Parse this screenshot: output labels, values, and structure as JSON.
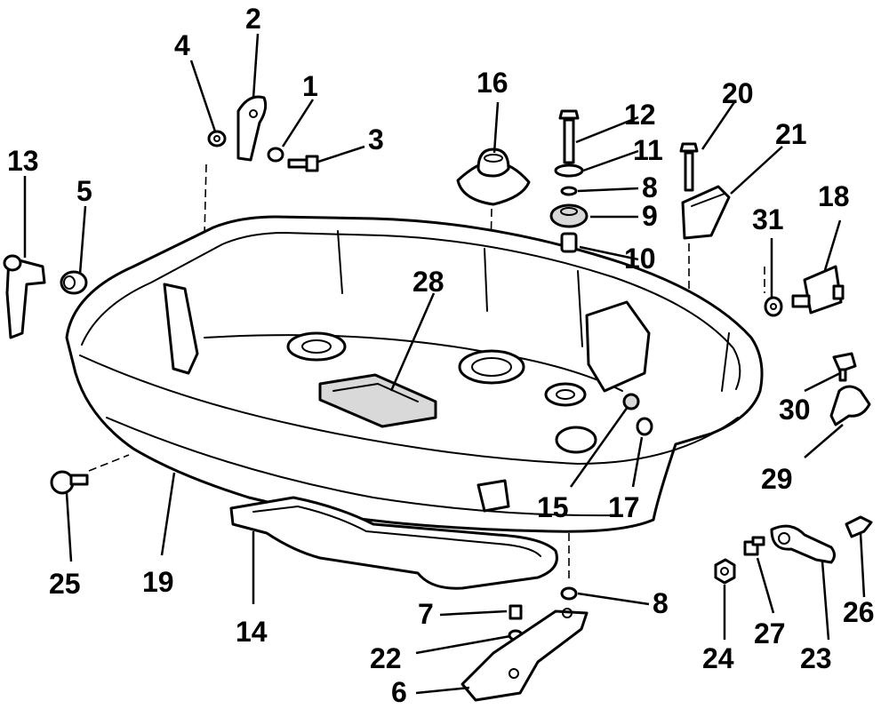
{
  "callouts": [
    {
      "id": "c1",
      "text": "1"
    },
    {
      "id": "c2",
      "text": "2"
    },
    {
      "id": "c3",
      "text": "3"
    },
    {
      "id": "c4",
      "text": "4"
    },
    {
      "id": "c5",
      "text": "5"
    },
    {
      "id": "c6",
      "text": "6"
    },
    {
      "id": "c7",
      "text": "7"
    },
    {
      "id": "c8a",
      "text": "8"
    },
    {
      "id": "c8b",
      "text": "8"
    },
    {
      "id": "c9",
      "text": "9"
    },
    {
      "id": "c10",
      "text": "10"
    },
    {
      "id": "c11",
      "text": "11"
    },
    {
      "id": "c12",
      "text": "12"
    },
    {
      "id": "c13",
      "text": "13"
    },
    {
      "id": "c14",
      "text": "14"
    },
    {
      "id": "c15",
      "text": "15"
    },
    {
      "id": "c16",
      "text": "16"
    },
    {
      "id": "c17",
      "text": "17"
    },
    {
      "id": "c18",
      "text": "18"
    },
    {
      "id": "c19",
      "text": "19"
    },
    {
      "id": "c20",
      "text": "20"
    },
    {
      "id": "c21",
      "text": "21"
    },
    {
      "id": "c22",
      "text": "22"
    },
    {
      "id": "c23",
      "text": "23"
    },
    {
      "id": "c24",
      "text": "24"
    },
    {
      "id": "c25",
      "text": "25"
    },
    {
      "id": "c26",
      "text": "26"
    },
    {
      "id": "c27",
      "text": "27"
    },
    {
      "id": "c28",
      "text": "28"
    },
    {
      "id": "c29",
      "text": "29"
    },
    {
      "id": "c30",
      "text": "30"
    },
    {
      "id": "c31",
      "text": "31"
    }
  ]
}
